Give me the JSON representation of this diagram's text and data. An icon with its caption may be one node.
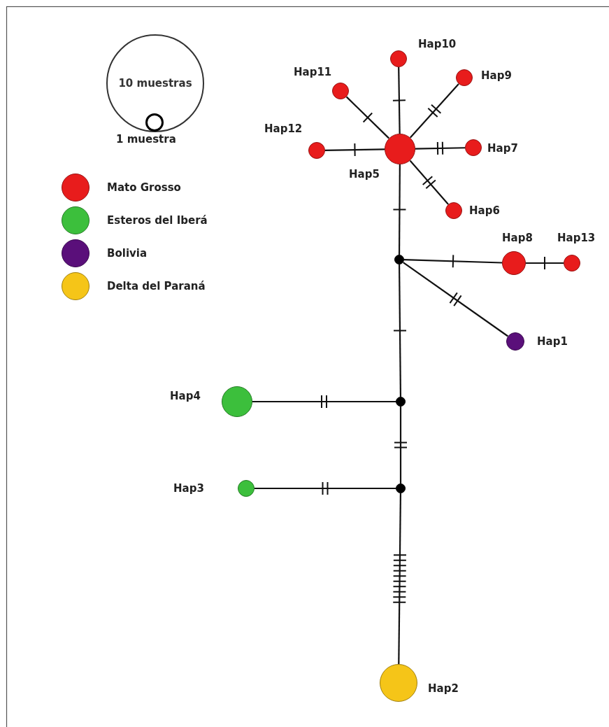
{
  "diagram": {
    "nodes": [
      {
        "text": [
          "10 muestras"
        ]
      },
      {
        "text": [],
        "shape": "circle",
        "beside": [
          "1 muestra"
        ],
        "in": 0
      },
      {
        "text": [],
        "shape": "circle",
        "beside": [
          "Hap10"
        ]
      },
      {
        "text": [],
        "shape": "circle",
        "beside": [
          "Hap11"
        ]
      },
      {
        "text": [],
        "shape": "circle",
        "beside": [
          "Hap9"
        ]
      },
      {
        "text": [],
        "shape": "circle",
        "beside": [
          "Hap12"
        ]
      },
      {
        "text": [],
        "shape": "circle",
        "beside": [
          "Hap5"
        ]
      },
      {
        "text": [],
        "shape": "circle",
        "beside": [
          "Hap7"
        ]
      },
      {
        "text": [],
        "shape": "circle",
        "beside": [
          "Hap6"
        ]
      },
      {
        "text": [],
        "shape": "circle"
      },
      {
        "text": [],
        "shape": "circle",
        "beside": [
          "Hap8"
        ]
      },
      {
        "text": [],
        "shape": "circle",
        "beside": [
          "Hap13"
        ]
      },
      {
        "text": [],
        "shape": "circle",
        "beside": [
          "Hap1"
        ]
      },
      {
        "text": [],
        "shape": "circle",
        "beside": [
          "Hap4"
        ]
      },
      {
        "text": [],
        "shape": "circle"
      },
      {
        "text": [],
        "shape": "circle",
        "beside": [
          "Hap3"
        ]
      },
      {
        "text": [],
        "shape": "circle"
      },
      {
        "text": [],
        "shape": "circle",
        "beside": [
          "Hap2"
        ]
      }
    ],
    "edges": [
      {
        "from": 6,
        "to": 2,
        "arrow": "none"
      },
      {
        "from": 6,
        "to": 3,
        "arrow": "none"
      },
      {
        "from": 6,
        "to": 4,
        "arrow": "none"
      },
      {
        "from": 6,
        "to": 5,
        "arrow": "none"
      },
      {
        "from": 6,
        "to": 7,
        "arrow": "none"
      },
      {
        "from": 6,
        "to": 8,
        "arrow": "none"
      },
      {
        "from": 6,
        "to": 9,
        "arrow": "none"
      },
      {
        "from": 9,
        "to": 10,
        "arrow": "none"
      },
      {
        "from": 10,
        "to": 11,
        "arrow": "none"
      },
      {
        "from": 9,
        "to": 12,
        "arrow": "none"
      },
      {
        "from": 9,
        "to": 14,
        "arrow": "none"
      },
      {
        "from": 14,
        "to": 13,
        "arrow": "none"
      },
      {
        "from": 14,
        "to": 16,
        "arrow": "none"
      },
      {
        "from": 16,
        "to": 15,
        "arrow": "none"
      },
      {
        "from": 16,
        "to": 17,
        "arrow": "none"
      }
    ],
    "legend": [
      {
        "text": "Mato Grosso",
        "color": "#e81c1c"
      },
      {
        "text": "Esteros del Iberá",
        "color": "#3cbf3c"
      },
      {
        "text": "Bolivia",
        "color": "#5a0f7a"
      },
      {
        "text": "Delta del Paraná",
        "color": "#f5c518"
      }
    ]
  }
}
